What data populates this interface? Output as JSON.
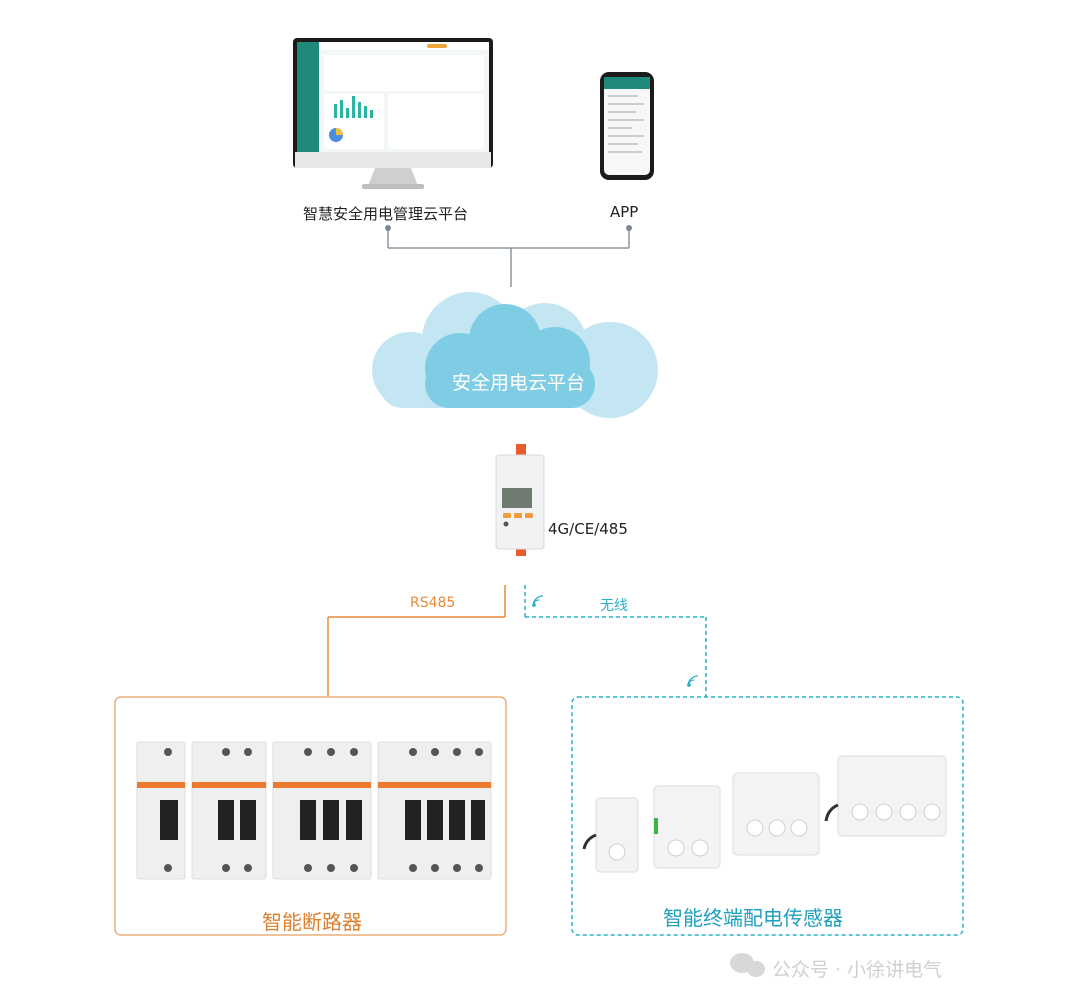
{
  "nodes": {
    "platform_label": "智慧安全用电管理云平台",
    "app_label": "APP",
    "cloud_label": "安全用电云平台",
    "gateway_label": "4G/CE/485"
  },
  "links": {
    "rs485_label": "RS485",
    "wireless_label": "无线"
  },
  "groups": {
    "breakers_title": "智能断路器",
    "sensors_title": "智能终端配电传感器"
  },
  "watermark": "公众号 · 小徐讲电气",
  "colors": {
    "orange": "#e88a3a",
    "teal": "#2ab0c8",
    "cloud": "#bfe4f1",
    "cloud_front": "#7ccbe4",
    "sidebar": "#1f8a79"
  }
}
